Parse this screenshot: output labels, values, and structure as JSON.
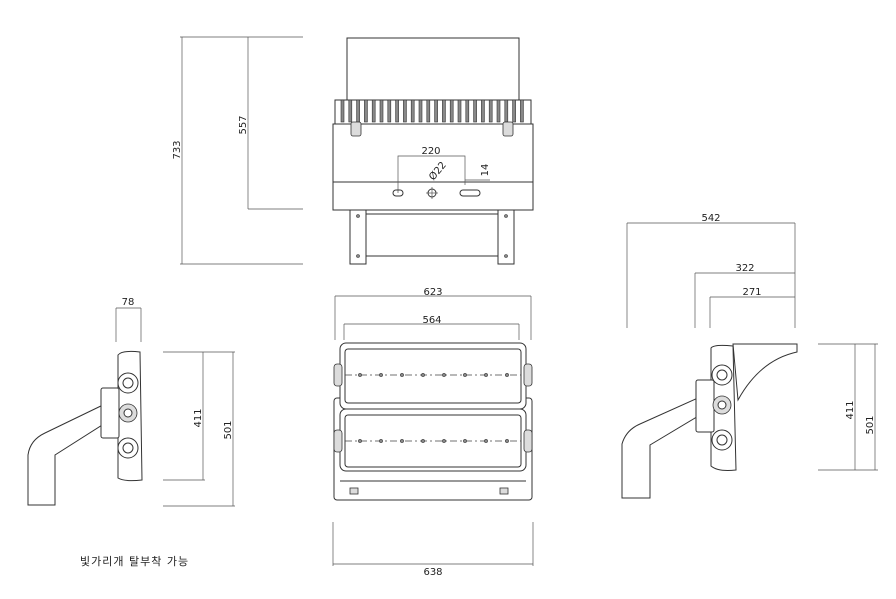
{
  "dimensions": {
    "top_height_total": "733",
    "top_height_body": "557",
    "top_spacing": "220",
    "top_hole": "Ø22",
    "top_slot": "14",
    "front_width_623": "623",
    "front_width_564": "564",
    "front_width_638": "638",
    "left_offset": "78",
    "left_height_411": "411",
    "left_height_501": "501",
    "right_width_542": "542",
    "right_width_322": "322",
    "right_width_271": "271",
    "right_height_411": "411",
    "right_height_501": "501"
  },
  "note": "빛가리개 탈부착 가능"
}
